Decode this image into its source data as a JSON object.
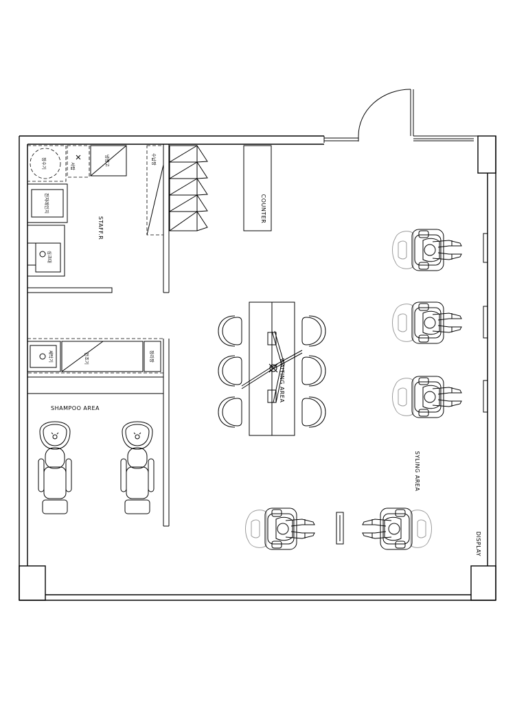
{
  "areas": {
    "counter": "COUNTER",
    "staff_room": "STAFF.R",
    "waiting_area": "WAITING AREA",
    "shampoo_area": "SHAMPOO AREA",
    "styling_area": "SYLING AREA",
    "display": "DISPLAY"
  },
  "fixtures": {
    "water_purifier": "정수기",
    "fridge": "냉장고",
    "microwave": "전자레인지",
    "sink": "싱크대",
    "washing_machine": "세탁기",
    "dryer": "건조기",
    "staff_shelf": "수납장",
    "storage": "정리장",
    "drawer": "서랍"
  }
}
